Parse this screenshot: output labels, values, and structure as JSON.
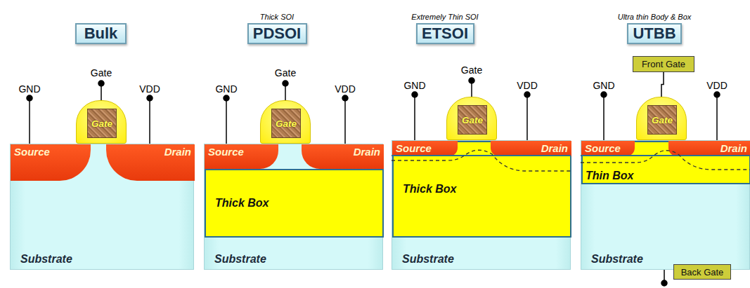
{
  "diagram": {
    "nodes": [
      {
        "text": [
          "Bulk"
        ]
      },
      {
        "text": [
          "Thick SOI",
          "PDSOI"
        ]
      },
      {
        "text": [
          "Extremely Thin SOI",
          "ETSOI"
        ]
      },
      {
        "text": [
          "Ultra thin Body & Box",
          "UTBB"
        ]
      },
      {
        "text": [
          "Gate"
        ]
      },
      {
        "text": [
          "Substrate"
        ]
      },
      {
        "text": [
          "Source"
        ],
        "in": 5
      },
      {
        "text": [
          "Drain"
        ],
        "in": 5
      },
      {
        "text": [
          "Gate"
        ]
      },
      {
        "text": [
          "Substrate"
        ]
      },
      {
        "text": [
          "Thick Box"
        ],
        "in": 9
      },
      {
        "text": [
          "Source"
        ],
        "in": 9
      },
      {
        "text": [
          "Drain"
        ],
        "in": 9
      },
      {
        "text": [
          "Gate"
        ]
      },
      {
        "text": [
          "Substrate"
        ]
      },
      {
        "text": [
          "Thick Box"
        ],
        "in": 14
      },
      {
        "text": [
          "Source"
        ],
        "in": 14
      },
      {
        "text": [
          "Drain"
        ],
        "in": 14
      },
      {
        "text": [
          "Front Gate"
        ]
      },
      {
        "text": [
          "Gate"
        ]
      },
      {
        "text": [
          "Substrate"
        ]
      },
      {
        "text": [
          "Thin Box"
        ],
        "in": 20
      },
      {
        "text": [
          "Source"
        ],
        "in": 20
      },
      {
        "text": [
          "Drain"
        ],
        "in": 20
      },
      {
        "text": [
          "Back Gate"
        ]
      }
    ],
    "edges": [
      {
        "from": 19,
        "to": 18,
        "arrow": "none"
      }
    ],
    "labels": [
      "GND",
      "Gate",
      "VDD",
      "GND",
      "Gate",
      "VDD",
      "GND",
      "Gate",
      "VDD",
      "GND",
      "VDD"
    ]
  }
}
